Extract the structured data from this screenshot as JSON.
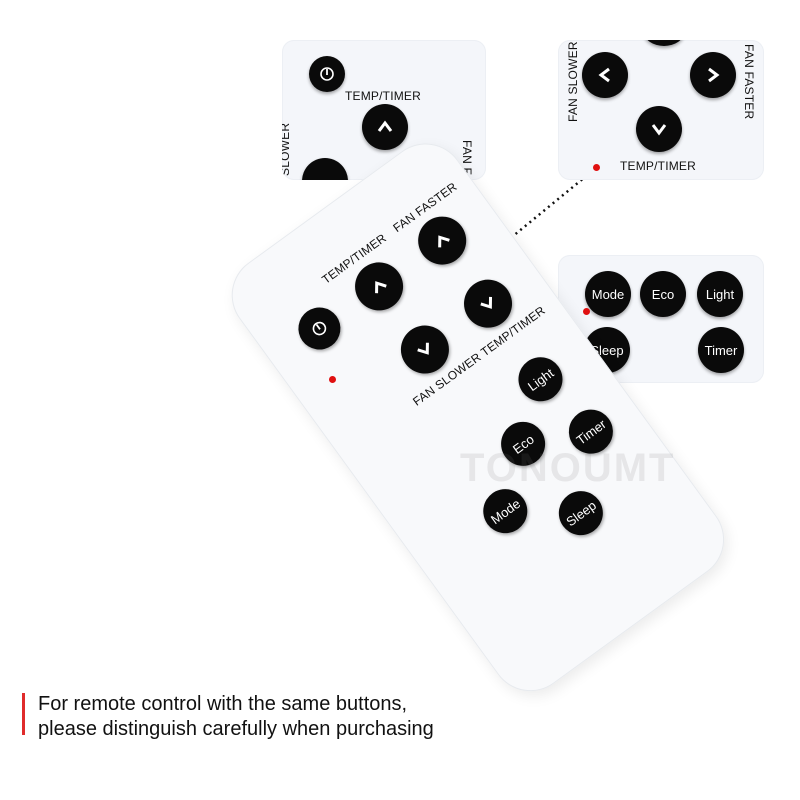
{
  "remote": {
    "temp_timer_top": "TEMP/TIMER",
    "fan_faster": "FAN FASTER",
    "fan_slower": "FAN SLOWER",
    "temp_timer_bottom": "TEMP/TIMER",
    "light": "Light",
    "eco": "Eco",
    "timer": "Timer",
    "mode": "Mode",
    "sleep": "Sleep"
  },
  "zoom_top_left": {
    "label_temp_timer": "TEMP/TIMER",
    "label_fan_partial": "FAN F",
    "label_slower_partial": "SLOWER"
  },
  "zoom_top_right": {
    "label_fan_slower": "FAN SLOWER",
    "label_fan_faster": "FAN FASTER",
    "label_temp_timer": "TEMP/TIMER"
  },
  "zoom_mid_right": {
    "mode": "Mode",
    "eco": "Eco",
    "light": "Light",
    "sleep": "Sleep",
    "timer": "Timer"
  },
  "watermark": "TONOUMT",
  "caption": {
    "line1": "For remote control with the same buttons,",
    "line2": "please distinguish carefully when purchasing"
  },
  "colors": {
    "button": "#0a0a0a",
    "pointer_dot": "#e01010",
    "caption_bar": "#e02b2b"
  }
}
